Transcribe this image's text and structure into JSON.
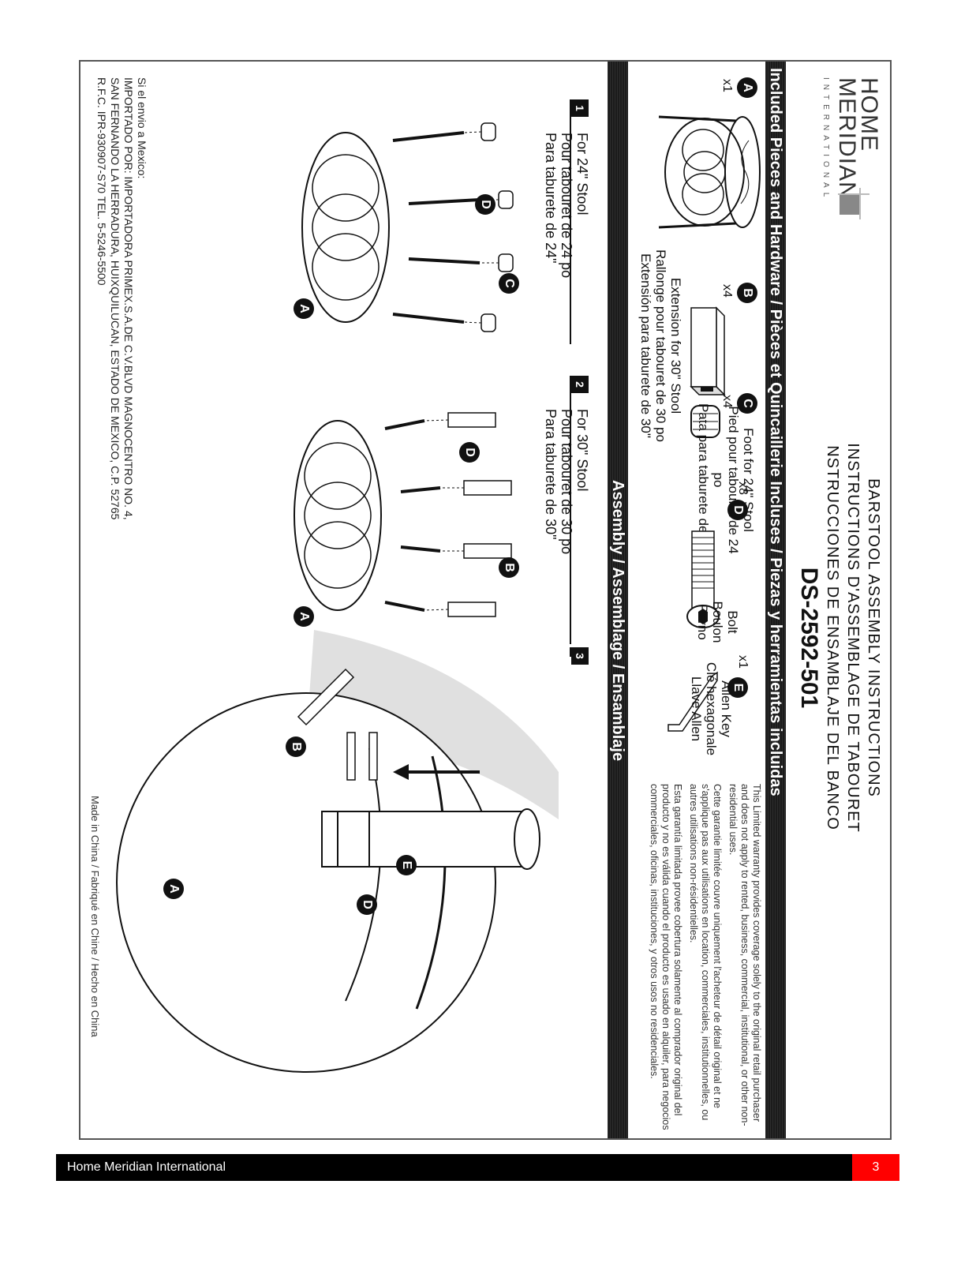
{
  "logo": {
    "line1": "HOME",
    "line2": "MERIDIAN",
    "line3": "INTERNATIONAL"
  },
  "title": {
    "line1": "BARSTOOL ASSEMBLY INSTRUCTIONS",
    "line2": "INSTRUCTIONS D'ASSEMBLAGE DE TABOURET",
    "line3": "NSTRUCCIONES DE ENSAMBLAJE DEL BANCO",
    "model": "DS-2592-501"
  },
  "warranty": {
    "en": "This Limited warranty provides coverage solely to the original retail purchaser and does not apply to rented, business, commercial, institutional, or other non-residential uses.",
    "fr": "Cette garantie limitée couvre uniquement l'acheteur de détail original et ne s'applique pas aux utilisations en location, commerciales, institutionnelles, ou autres utilisations non-résidentielles.",
    "es": "Esta garantía limitada provee cobertura solamente al comprador original del producto y no es válida cuando el producto es usado en alquiler, para negocios commerciales, oficinas, instituciones, y otros usos no residenciales."
  },
  "pieces_header": "Included Pieces and Hardware / Pièces et Quincaillerie Incluses / Piezas y herramientas incluidas",
  "parts": [
    {
      "letter": "A",
      "qty": "x1",
      "label": []
    },
    {
      "letter": "B",
      "qty": "x4",
      "label": [
        "Extension for 30\" Stool",
        "Rallonge pour tabouret de 30 po",
        "Extensión para taburete de 30\""
      ]
    },
    {
      "letter": "C",
      "qty": "x4",
      "label": [
        "Foot for 24\" Stool",
        "Pied pour tabouret de 24 po",
        "Pata para taburete de 24\""
      ]
    },
    {
      "letter": "D",
      "qty": "x8",
      "label": [
        "Bolt",
        "Boulon",
        "Perno"
      ]
    },
    {
      "letter": "E",
      "qty": "x1",
      "label": [
        "Allen Key",
        "Clé hexagonale",
        "Llave Allen"
      ]
    }
  ],
  "assembly_header": "Assembly / Assemblage / Ensamblaje",
  "steps": [
    {
      "num": "1",
      "label": [
        "For 24\" Stool",
        "Pour tabouret de 24 po",
        "Para taburete de 24\""
      ]
    },
    {
      "num": "2",
      "label": [
        "For 30\" Stool",
        "Pour tabouret de 30 po",
        "Para taburete de 30\""
      ]
    },
    {
      "num": "3",
      "label": []
    }
  ],
  "mexico": [
    "Si el envio a Mexico:",
    "IMPORTADO POR: IMPORTADORA PRIMEX.S.A.DE C.V.BLVD MAGNOCENTRO NO. 4,",
    "SAN FERNANDO LA HERRADURA, HUIXQUILUCAN, ESTADO DE MEXICO, C.P. 52765",
    "R.F.C. IPR-930907-S70 TEL. 5-5246-5500"
  ],
  "made_in": "Made in China / Fabriqué en Chine / Hecho en China",
  "footer": {
    "company": "Home Meridian International",
    "page": "3"
  }
}
